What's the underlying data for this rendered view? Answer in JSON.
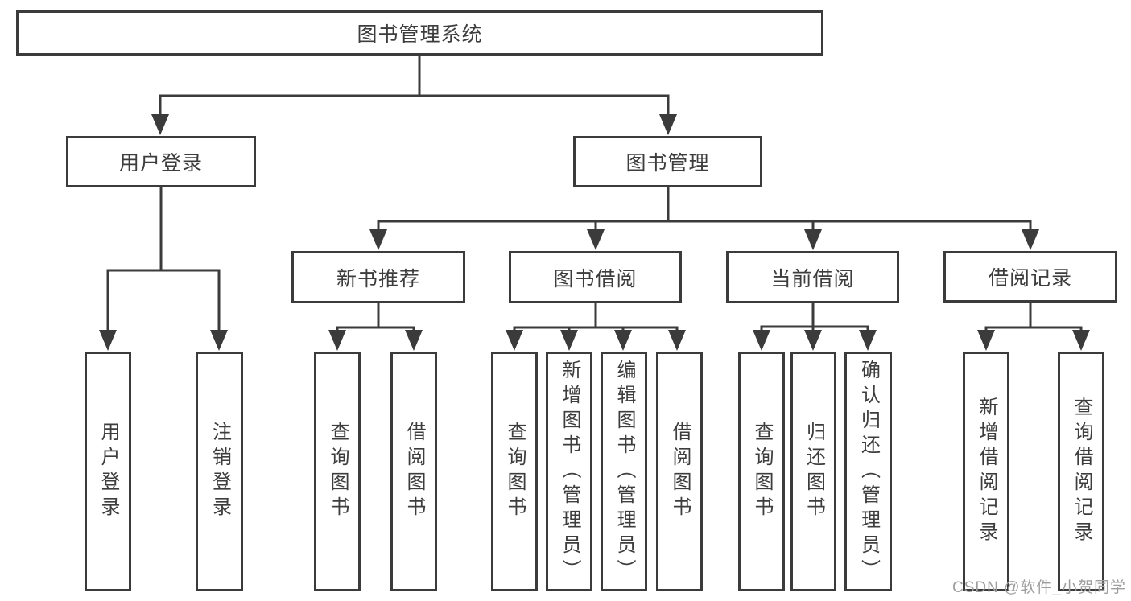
{
  "diagram": {
    "type": "hierarchy-tree",
    "title": "图书管理系统"
  },
  "nodes": {
    "root": {
      "label": "图书管理系统"
    },
    "l2_user": {
      "label": "用户登录"
    },
    "l2_book": {
      "label": "图书管理"
    },
    "l3_recommend": {
      "label": "新书推荐"
    },
    "l3_borrow": {
      "label": "图书借阅"
    },
    "l3_current": {
      "label": "当前借阅"
    },
    "l3_record": {
      "label": "借阅记录"
    },
    "leaf_user_login": {
      "label": "用户登录"
    },
    "leaf_user_logout": {
      "label": "注销登录"
    },
    "leaf_rec_query": {
      "label": "查询图书"
    },
    "leaf_rec_borrow": {
      "label": "借阅图书"
    },
    "leaf_bb_query": {
      "label": "查询图书"
    },
    "leaf_bb_add": {
      "label": "新增图书（管理员）"
    },
    "leaf_bb_edit": {
      "label": "编辑图书（管理员）"
    },
    "leaf_bb_borrow": {
      "label": "借阅图书"
    },
    "leaf_cb_query": {
      "label": "查询图书"
    },
    "leaf_cb_return": {
      "label": "归还图书"
    },
    "leaf_cb_confirm": {
      "label": "确认归还（管理员）"
    },
    "leaf_br_add": {
      "label": "新增借阅记录"
    },
    "leaf_br_query": {
      "label": "查询借阅记录"
    }
  },
  "watermark": {
    "text": "CSDN @软件_小贺同学"
  },
  "colors": {
    "line": "#3b3b3b",
    "text": "#3d3d3d",
    "background": "#ffffff",
    "watermark": "#9e9e9e"
  }
}
